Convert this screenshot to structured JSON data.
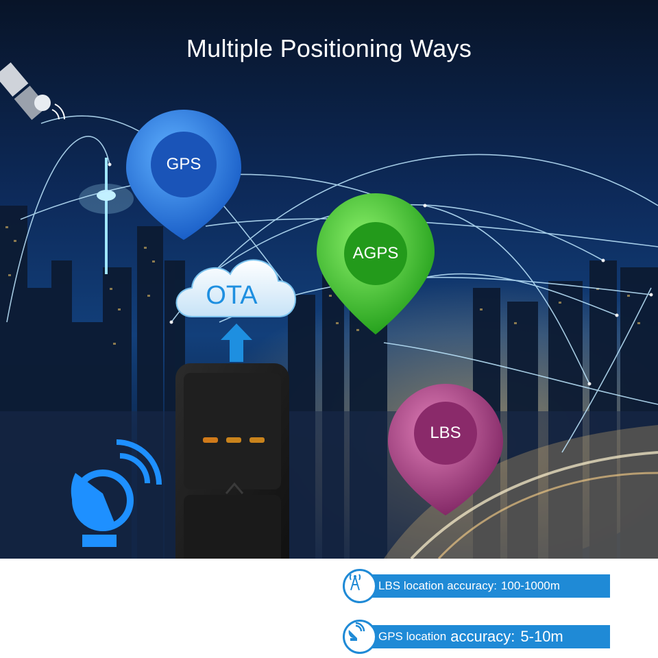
{
  "title": "Multiple Positioning Ways",
  "pins": {
    "gps": "GPS",
    "agps": "AGPS",
    "lbs": "LBS"
  },
  "cloud": "OTA",
  "info": {
    "lbs_prefix": "LBS location accuracy:",
    "lbs_value": "100-1000m",
    "gps_prefix": "GPS location",
    "gps_mid": "accuracy:",
    "gps_value": "5-10m"
  },
  "colors": {
    "sky_top": "#0a1a3a",
    "gps_pin": "#2a84e6",
    "agps_pin": "#3ccf2e",
    "lbs_pin": "#b04b8a",
    "info_bar": "#1f8ad6"
  },
  "icons": [
    "satellite-icon",
    "radar-dish-icon",
    "tower-signal-icon",
    "satellite-dish-icon"
  ]
}
